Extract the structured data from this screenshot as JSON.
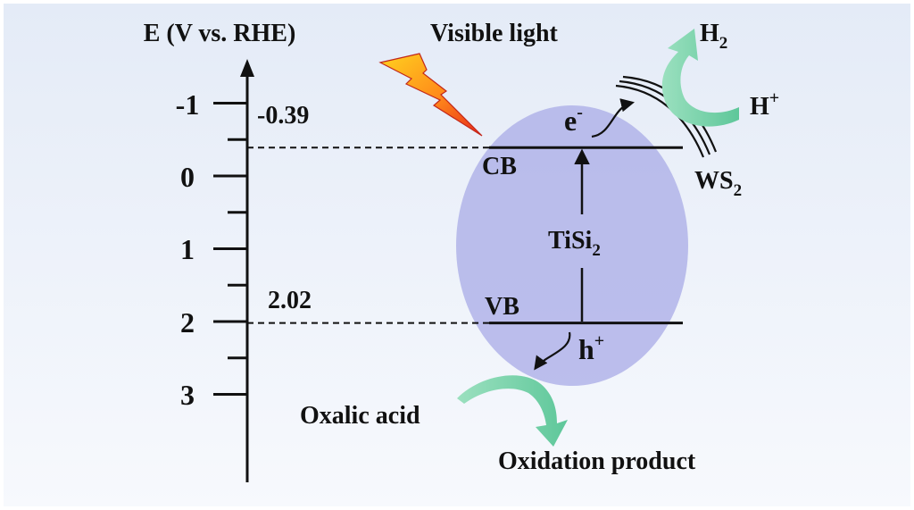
{
  "axis": {
    "title": "E (V vs. RHE)",
    "tick_labels": [
      "-1",
      "0",
      "1",
      "2",
      "3"
    ]
  },
  "light": {
    "label": "Visible light"
  },
  "levels": {
    "cb": {
      "label": "CB",
      "value_text": "-0.39",
      "potential": -0.39
    },
    "vb": {
      "label": "VB",
      "value_text": "2.02",
      "potential": 2.02
    }
  },
  "semiconductor": {
    "label_main": "TiSi",
    "label_sub": "2"
  },
  "cocatalyst": {
    "label_main": "WS",
    "label_sub": "2"
  },
  "species": {
    "electron": {
      "main": "e",
      "sup": "-"
    },
    "hole": {
      "main": "h",
      "sup": "+"
    },
    "proton": {
      "main": "H",
      "sup": "+"
    },
    "hydrogen": {
      "main": "H",
      "sub": "2"
    },
    "oxalic": "Oxalic acid",
    "oxidation": "Oxidation product"
  },
  "colors": {
    "background_top": "#e4ebf7",
    "background_bottom": "#f7f9fd",
    "particle": "#aeb1e8",
    "arrow_green": "#5ec79a",
    "bolt_yellow": "#ffd21f",
    "bolt_red": "#e8281a"
  }
}
